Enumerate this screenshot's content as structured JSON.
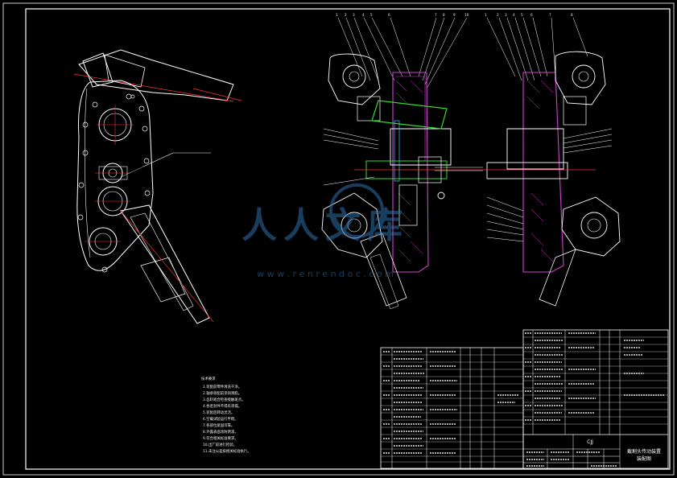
{
  "watermark": {
    "text": "人人文库",
    "url": "w w w . r e n r e n d o c . c o m"
  },
  "title_block": {
    "code": "CJJ",
    "name_line1": "截割头传动装置",
    "name_line2": "装配图"
  },
  "tech_notes": {
    "heading": "技术要求",
    "items": [
      "1.装配前零件清洗干净。",
      "2.轴承装配前涂润滑脂。",
      "3.齿轮啮合检查接触斑点。",
      "4.各密封件不得有渗漏。",
      "5.装配后转动灵活。",
      "6.空载试验运行平稳。",
      "7.各部位紧固可靠。",
      "8.外露表面涂防锈漆。",
      "9.符合相关标准要求。",
      "10.出厂前进行检验。",
      "11.未注公差按相关标准执行。"
    ]
  },
  "colors": {
    "outline": "#ffffff",
    "center_line": "#ff3333",
    "hatch": "#d040d0",
    "highlight": "#33dd33",
    "cyan": "#40c8ff",
    "frame": "#ffffff",
    "watermark": "#2f6fa8"
  }
}
